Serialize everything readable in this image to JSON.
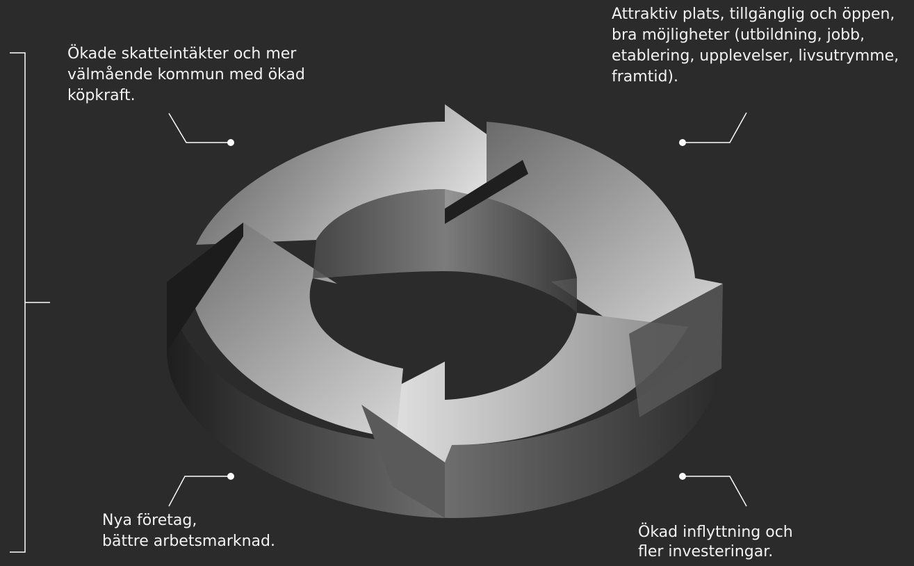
{
  "labels": {
    "top_left": "Ökade skatteintäkter och mer välmående kommun med ökad köpkraft.",
    "top_right": "Attraktiv plats, tillgänglig och öppen, bra möjligheter (utbildning, jobb, etablering, upplevelser, livsutrymme, framtid).",
    "bottom_left_line1": "Nya företag,",
    "bottom_left_line2": "bättre arbetsmarknad.",
    "bottom_right_line1": "Ökad inflyttning och",
    "bottom_right_line2": "fler investeringar."
  },
  "colors": {
    "background": "#2b2b2b",
    "text": "#f2f2f2",
    "leader_line": "#ffffff"
  },
  "icons": {
    "cycle": "four-arrow-cycle-ring"
  }
}
